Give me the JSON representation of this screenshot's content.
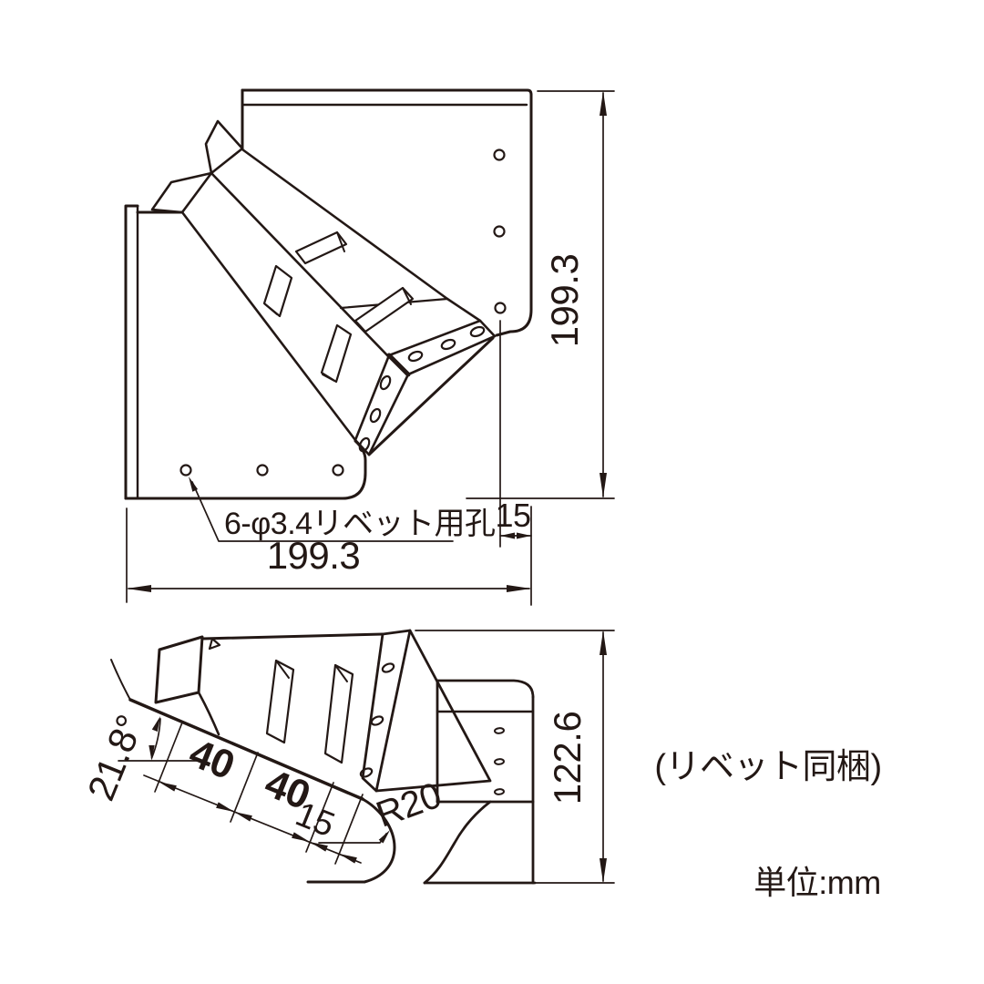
{
  "drawing": {
    "background": "#ffffff",
    "line_color": "#231815",
    "top_view": {
      "dim_height": "199.3",
      "dim_width": "199.3",
      "dim_hole_edge": "15",
      "holes_label": "6-φ3.4リベット用孔"
    },
    "side_view": {
      "dim_height": "122.6",
      "dim_angle": "21.8°",
      "dim_pitch_a": "40",
      "dim_pitch_b": "40",
      "dim_pitch_c": "15",
      "dim_radius": "R20"
    },
    "notes": {
      "rivets": "(リベット同梱)",
      "unit": "単位:mm"
    }
  }
}
